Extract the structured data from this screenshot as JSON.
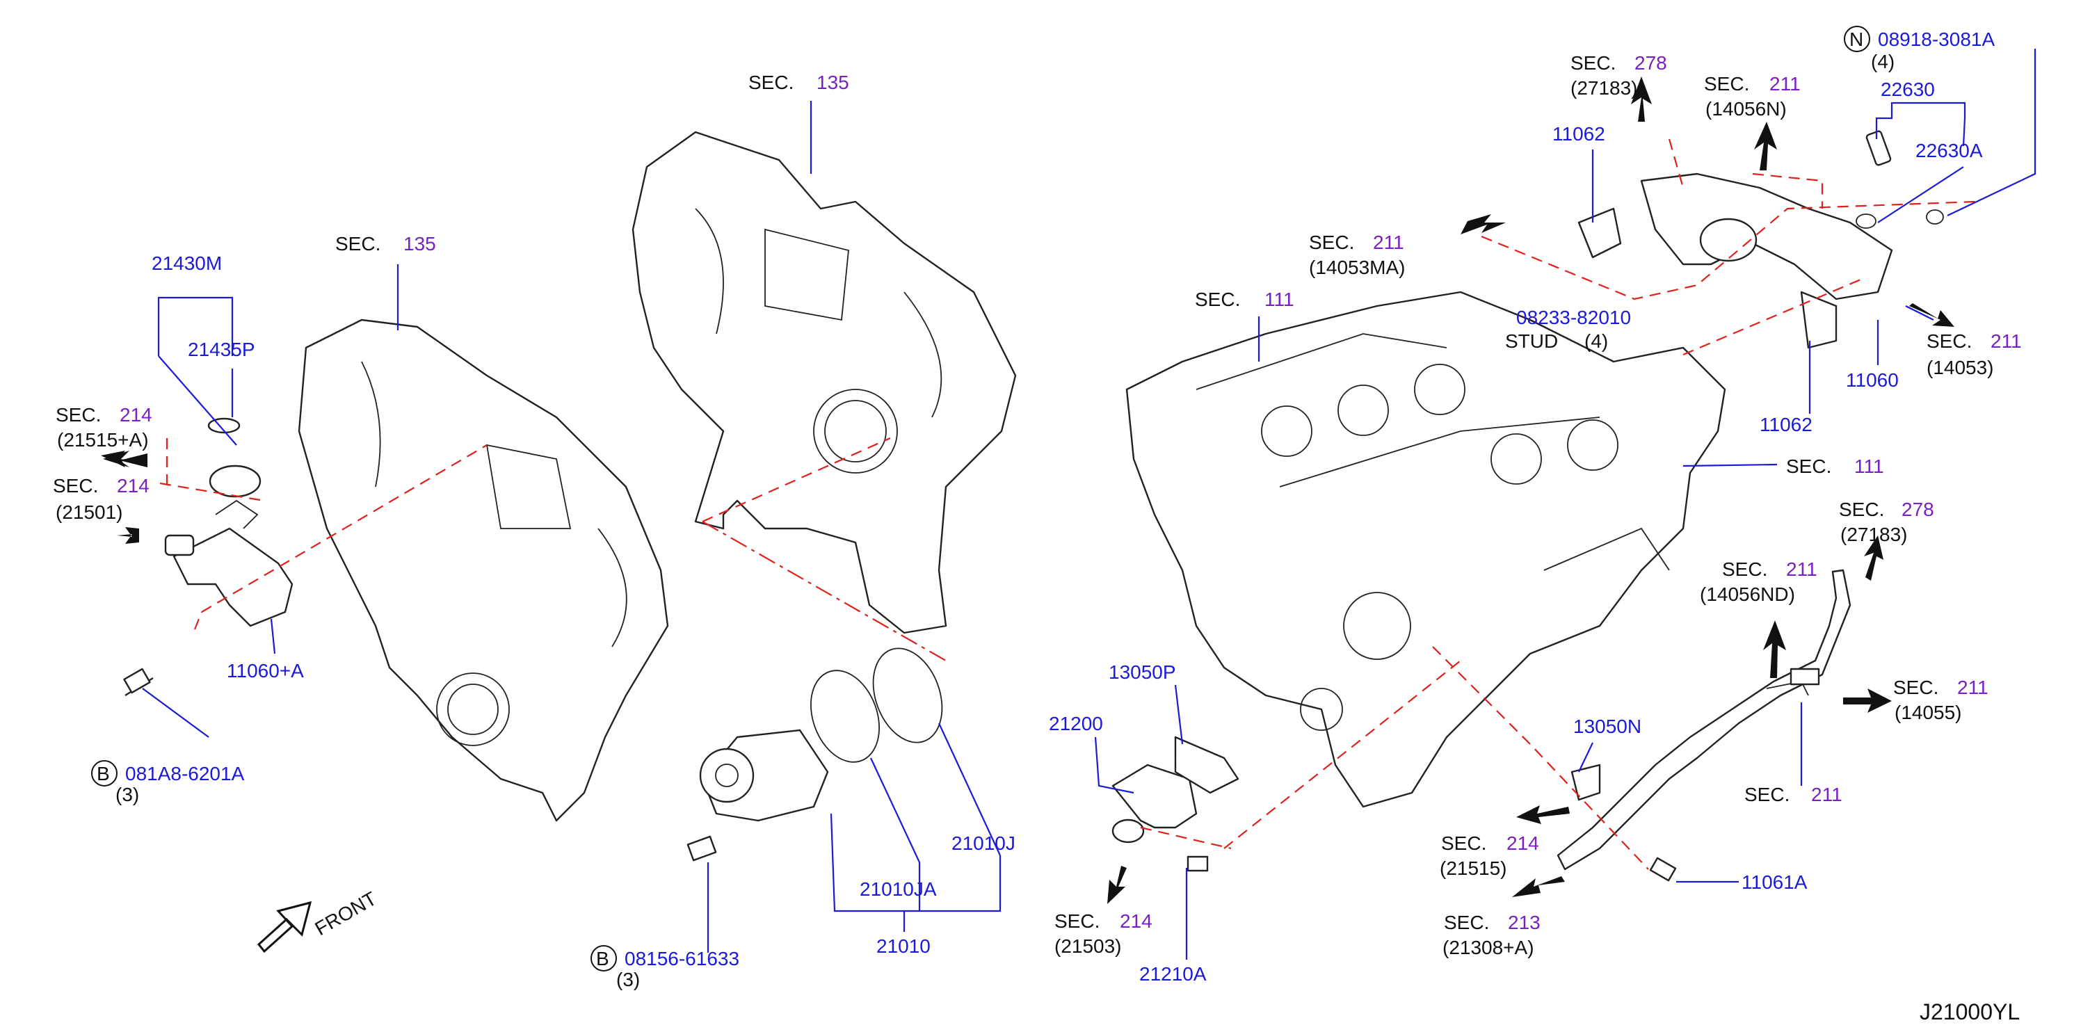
{
  "diagram_code": "J21000YL",
  "front_label": "FRONT",
  "sec_word": "SEC.",
  "sections": {
    "s135_top": "135",
    "s135_left": "135",
    "s214_21515A": "214",
    "s214_21515A_sub": "(21515+A)",
    "s214_21501": "214",
    "s214_21501_sub": "(21501)",
    "s111_top": "111",
    "s111_right": "111",
    "s211_14053MA": "211",
    "s211_14053MA_sub": "(14053MA)",
    "s278_top": "278",
    "s278_top_sub": "(27183)",
    "s211_14056N": "211",
    "s211_14056N_sub": "(14056N)",
    "s211_14053": "211",
    "s211_14053_sub": "(14053)",
    "s278_mid": "278",
    "s278_mid_sub": "(27183)",
    "s211_14056ND": "211",
    "s211_14056ND_sub": "(14056ND)",
    "s211_14055": "211",
    "s211_14055_sub": "(14055)",
    "s211_bottom": "211",
    "s214_21515": "214",
    "s214_21515_sub": "(21515)",
    "s213": "213",
    "s213_sub": "(21308+A)",
    "s214_21503": "214",
    "s214_21503_sub": "(21503)"
  },
  "parts": {
    "p21430M": "21430M",
    "p21435P": "21435P",
    "p11060A": "11060+A",
    "p081A8": "081A8-6201A",
    "p081A8_qty": "(3)",
    "p081A8_circle": "B",
    "p21200": "21200",
    "p13050P": "13050P",
    "p21210A": "21210A",
    "p08156": "08156-61633",
    "p08156_qty": "(3)",
    "p08156_circle": "B",
    "p21010J": "21010J",
    "p21010JA": "21010JA",
    "p21010": "21010",
    "p13050N": "13050N",
    "p11061A": "11061A",
    "p11062_top": "11062",
    "p11062_bottom": "11062",
    "p08233": "08233-82010",
    "p08233_stud": "STUD",
    "p08233_qty": "(4)",
    "p08918": "08918-3081A",
    "p08918_qty": "(4)",
    "p08918_circle": "N",
    "p22630": "22630",
    "p22630A": "22630A",
    "p11060": "11060"
  },
  "colors": {
    "part_number": "#1a1ad8",
    "section_number": "#7a1fc4",
    "leader_line": "#1a1ad8",
    "center_line": "#e0201b",
    "text": "#111111"
  }
}
